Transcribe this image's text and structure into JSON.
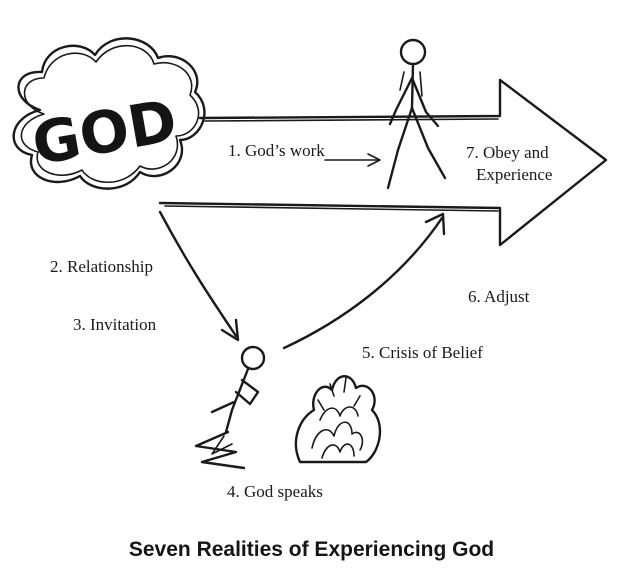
{
  "diagram": {
    "god_label": "GOD",
    "steps": {
      "s1": "1. God’s work",
      "s2": "2. Relationship",
      "s3": "3. Invitation",
      "s4": "4. God speaks",
      "s5": "5. Crisis of Belief",
      "s6": "6. Adjust",
      "s7_line1": "7. Obey and",
      "s7_line2": "Experience"
    },
    "caption": "Seven Realities of Experiencing God"
  },
  "colors": {
    "ink": "#1a1a1a",
    "background": "#ffffff"
  },
  "icons": [
    "cloud-icon",
    "walking-stick-figure-icon",
    "kneeling-stick-figure-icon",
    "burning-bush-icon",
    "arrow-icon"
  ]
}
